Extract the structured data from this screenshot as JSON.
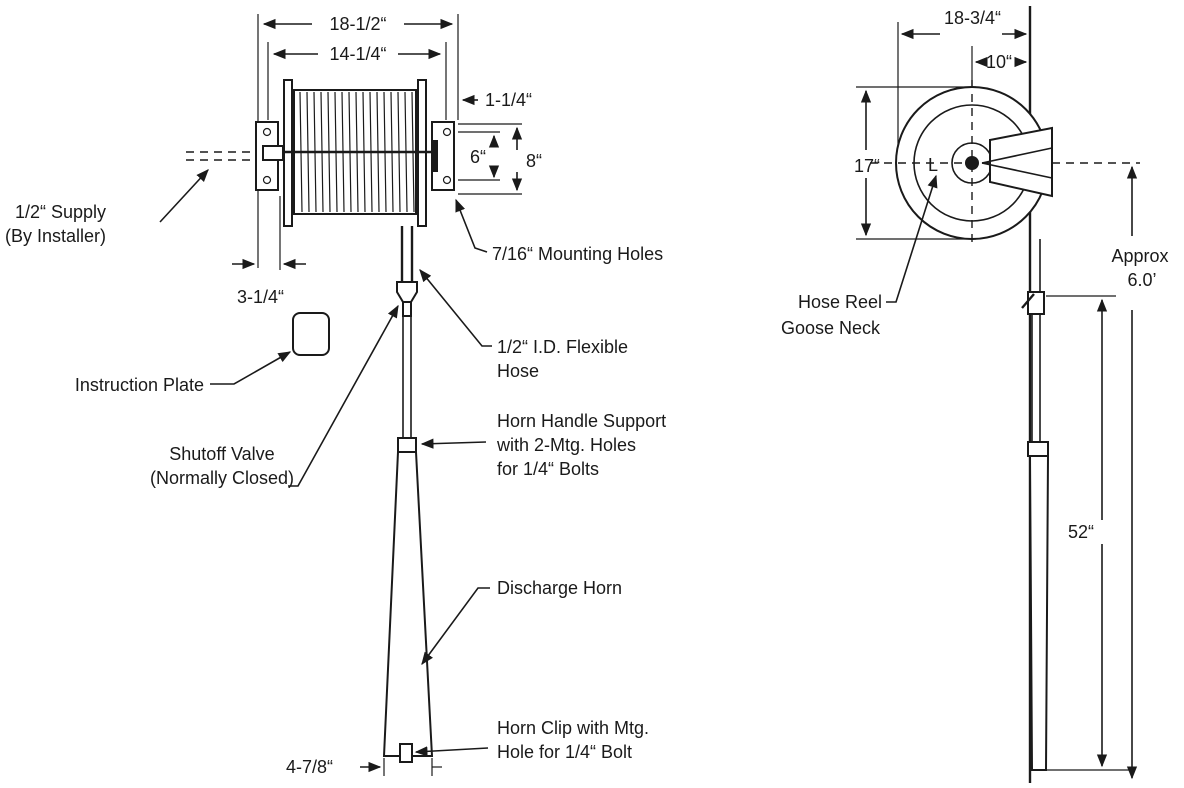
{
  "front_view": {
    "dim_overall_width": "18-1/2“",
    "dim_drum_width": "14-1/4“",
    "dim_bracket_offset": "1-1/4“",
    "dim_hole_spacing_inner": "6“",
    "dim_hole_spacing_outer": "8“",
    "dim_bracket_width": "3-1/4“",
    "dim_horn_width": "4-7/8“",
    "label_supply_line1": "1/2“ Supply",
    "label_supply_line2": "(By Installer)",
    "label_mounting_holes": "7/16“ Mounting Holes",
    "label_hose_line1": "1/2“ I.D. Flexible",
    "label_hose_line2": "Hose",
    "label_instruction_plate": "Instruction Plate",
    "label_valve_line1": "Shutoff Valve",
    "label_valve_line2": "(Normally Closed)",
    "label_support_line1": "Horn Handle Support",
    "label_support_line2": "with 2-Mtg. Holes",
    "label_support_line3": "for 1/4“ Bolts",
    "label_discharge_horn": "Discharge Horn",
    "label_clip_line1": "Horn Clip with Mtg.",
    "label_clip_line2": "Hole for 1/4“ Bolt"
  },
  "side_view": {
    "dim_overall_depth": "18-3/4“",
    "dim_center_offset": "10“",
    "dim_reel_diameter": "17“",
    "label_centerline": "L",
    "label_gooseneck_line1": "Hose Reel",
    "label_gooseneck_line2": "Goose Neck",
    "label_approx_line1": "Approx",
    "label_approx_line2": "6.0’",
    "dim_valve_height": "52“"
  }
}
